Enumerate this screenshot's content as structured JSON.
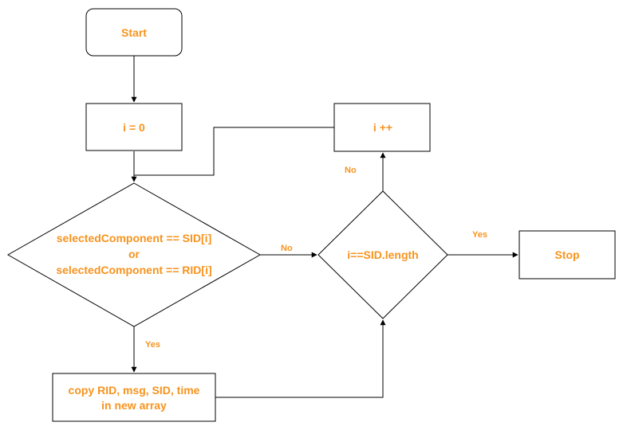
{
  "diagram": {
    "type": "flowchart",
    "colors": {
      "text": "#f7931e",
      "stroke": "#000000",
      "fill": "#ffffff"
    },
    "nodes": {
      "start": {
        "shape": "rounded-rect",
        "label": "Start"
      },
      "init": {
        "shape": "rect",
        "label": "i = 0"
      },
      "decision_match": {
        "shape": "diamond",
        "line1": "selectedComponent == SID[i]",
        "line2": "or",
        "line3": "selectedComponent == RID[i]"
      },
      "copy": {
        "shape": "rect",
        "line1": "copy RID, msg, SID, time",
        "line2": "in new array"
      },
      "decision_end": {
        "shape": "diamond",
        "label": "i==SID.length"
      },
      "increment": {
        "shape": "rect",
        "label": "i ++"
      },
      "stop": {
        "shape": "rect",
        "label": "Stop"
      }
    },
    "edges": {
      "match_yes": {
        "from": "decision_match",
        "to": "copy",
        "label": "Yes"
      },
      "match_no": {
        "from": "decision_match",
        "to": "decision_end",
        "label": "No"
      },
      "end_yes": {
        "from": "decision_end",
        "to": "stop",
        "label": "Yes"
      },
      "end_no": {
        "from": "decision_end",
        "to": "increment",
        "label": "No"
      }
    }
  }
}
